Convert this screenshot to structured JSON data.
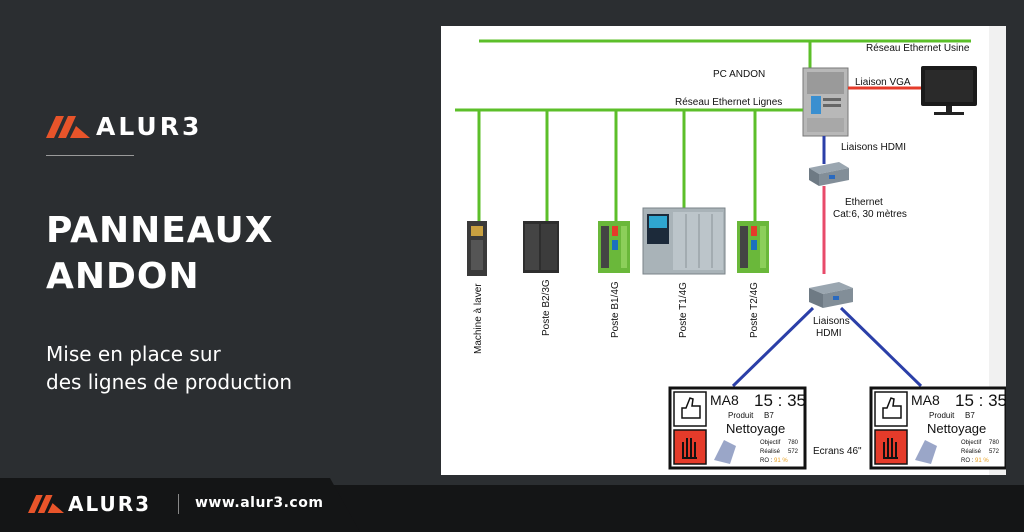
{
  "brand": {
    "name": "ALUR3",
    "url": "www.alur3.com",
    "accent": "#e8542a"
  },
  "heading": {
    "line1": "PANNEAUX",
    "line2": "ANDON"
  },
  "subheading": {
    "line1": "Mise en place sur",
    "line2": "des lignes de production"
  },
  "diagram": {
    "labels": {
      "ethernet_usine": "Réseau Ethernet Usine",
      "pc_andon": "PC ANDON",
      "liaison_vga": "Liaison VGA",
      "ethernet_lignes": "Réseau Ethernet Lignes",
      "liaisons_hdmi_top": "Liaisons HDMI",
      "ethernet": "Ethernet",
      "cat6": "Cat:6, 30 mètres",
      "liaisons": "Liaisons",
      "hdmi": "HDMI",
      "ecrans": "Ecrans 46\""
    },
    "devices": [
      "Machine à laver",
      "Poste B2/3G",
      "Poste B1/4G",
      "Poste T1/4G",
      "Poste T2/4G"
    ],
    "screen": {
      "machine": "MA8",
      "time": "15 : 35",
      "produit_label": "Produit",
      "produit": "B7",
      "status": "Nettoyage",
      "objectif_label": "Objectif",
      "objectif": "780",
      "realise_label": "Réalisé",
      "realise": "572",
      "ro_label": "RO :",
      "ro": "91 %"
    },
    "colors": {
      "ethernet": "#5cbf2a",
      "vga": "#e53b2a",
      "hdmi": "#2b3fa8",
      "cat6": "#e84a6a"
    }
  }
}
